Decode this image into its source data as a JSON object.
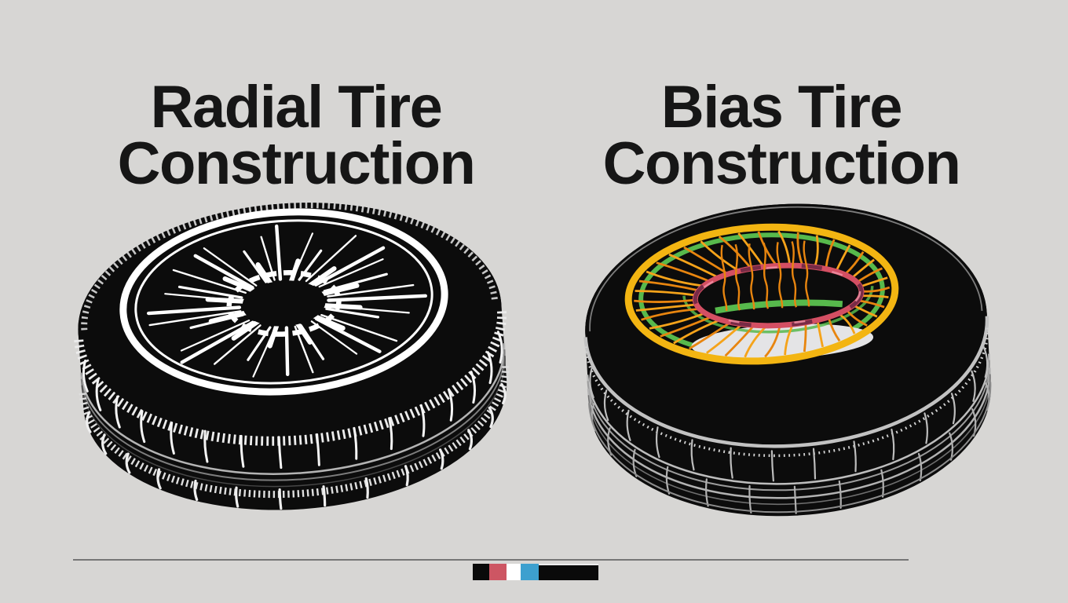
{
  "page": {
    "background": "#d7d6d4"
  },
  "panels": [
    {
      "id": "radial",
      "title_line1": "Radial Tire",
      "title_line2": "Construction",
      "illustration": {
        "type": "radial-tire-cutaway",
        "colors": {
          "tire": "#0c0c0c",
          "rim": "#ffffff",
          "tread_highlight": "#ececec",
          "groove_gray": "#8a8a8a"
        },
        "spoke_count": 32
      }
    },
    {
      "id": "bias",
      "title_line1": "Bias Tire",
      "title_line2": "Construction",
      "illustration": {
        "type": "bias-tire-cutaway",
        "colors": {
          "tire": "#0c0c0c",
          "tread_gray": "#b5b5b5",
          "belt_yellow": "#f3b512",
          "belt_green": "#57b94c",
          "cord_orange": "#e8850f",
          "cord_orange_light": "#f5a31a",
          "bead_red": "#d44f63",
          "bead_dark": "#6e2742",
          "bead_light": "#ef8fa5",
          "liner_white": "#e4e4e6"
        },
        "cord_count": 40
      }
    }
  ],
  "footer": {
    "divider_color": "#767676",
    "swatches": [
      "#0a0a0a",
      "#cd5663",
      "#ffffff",
      "#3da0cf",
      "#0a0a0a"
    ]
  }
}
